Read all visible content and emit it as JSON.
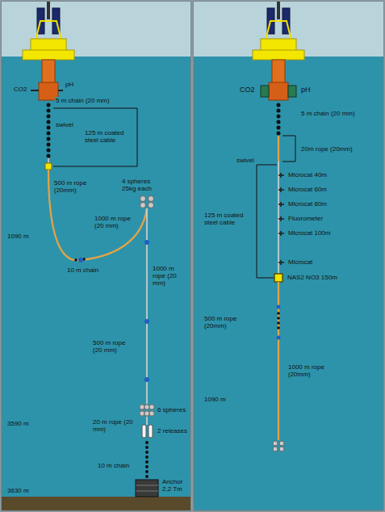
{
  "diagram": {
    "labels": [
      "CO2",
      "pH",
      "5 m chain (20 mm)",
      "swivel",
      "125 m coated steel cable",
      "500 m rope (20mm)",
      "1090 m",
      "4 spheres 25kg each",
      "1000 m rope (20 mm)",
      "10 m chain",
      "1000 m rope (20 mm)",
      "500 m rope (20 mm)",
      "3590 m",
      "6 spheres",
      "20 m rope (20 mm)",
      "2 releases",
      "10 m chain",
      "Anchor 2,2 Tm",
      "3630 m",
      "CO2",
      "pH",
      "5 m chain (20 mm)",
      "20m rope (20mm)",
      "swivel",
      "Microcat 40m",
      "Microcat 60m",
      "Microcat 80m",
      "Fluorometer",
      "Microcat 100m",
      "125 m coated steel cable",
      "Microcat",
      "NAS2 NO3 150m",
      "500 m rope (20mm)",
      "1000 m rope (20mm)",
      "1090 m"
    ]
  }
}
